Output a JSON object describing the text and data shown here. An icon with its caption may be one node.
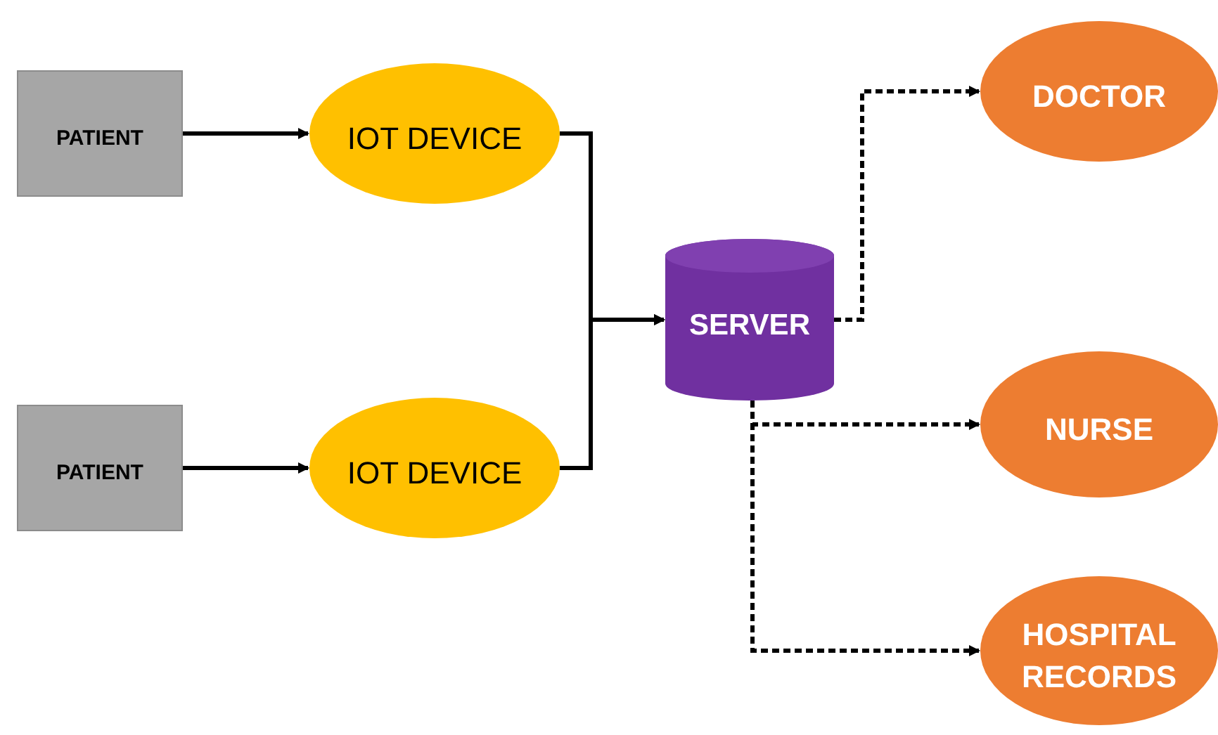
{
  "diagram": {
    "nodes": [
      {
        "text": [
          "PATIENT"
        ]
      },
      {
        "text": [
          "IOT DEVICE"
        ]
      },
      {
        "text": [
          "PATIENT"
        ]
      },
      {
        "text": [
          "IOT DEVICE"
        ]
      },
      {
        "text": [
          "SERVER"
        ]
      },
      {
        "text": [
          "DOCTOR"
        ]
      },
      {
        "text": [
          "NURSE"
        ]
      },
      {
        "text": [
          "HOSPITAL RECORDS"
        ]
      }
    ],
    "edges": [
      {
        "from": 0,
        "to": 1,
        "arrow": "to"
      },
      {
        "from": 2,
        "to": 3,
        "arrow": "to"
      },
      {
        "from": 1,
        "to": 4,
        "arrow": "to"
      },
      {
        "from": 3,
        "to": 4,
        "arrow": "to"
      },
      {
        "from": 4,
        "to": 5,
        "arrow": "to",
        "style": "dashed"
      },
      {
        "from": 4,
        "to": 6,
        "arrow": "to",
        "style": "dashed"
      },
      {
        "from": 4,
        "to": 7,
        "arrow": "to",
        "style": "dashed"
      }
    ]
  }
}
